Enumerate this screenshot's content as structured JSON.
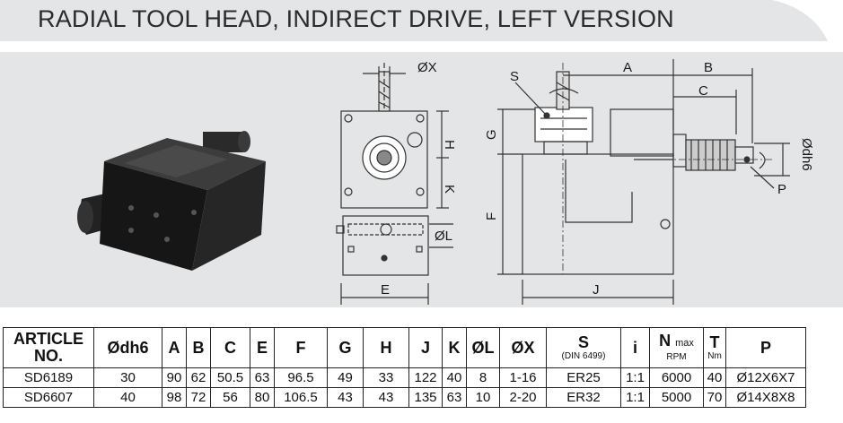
{
  "title": "RADIAL TOOL HEAD,  INDIRECT DRIVE,  LEFT VERSION",
  "colors": {
    "panel": "#e3e5e6",
    "title_bar": "#e3e5e6"
  },
  "drawing_labels": {
    "ox": "ØX",
    "h": "H",
    "k": "K",
    "ol": "ØL",
    "e": "E",
    "s": "S",
    "a": "A",
    "b": "B",
    "c": "C",
    "g": "G",
    "f": "F",
    "j": "J",
    "odh6": "Ødh6",
    "p": "P"
  },
  "table": {
    "headers": {
      "article": "ARTICLE NO.",
      "d": "Ødh6",
      "a": "A",
      "b": "B",
      "c": "C",
      "e": "E",
      "f": "F",
      "g": "G",
      "h": "H",
      "j": "J",
      "k": "K",
      "l": "ØL",
      "x": "ØX",
      "s": "S",
      "s_sub": "(DIN 6499)",
      "i": "i",
      "n": "N",
      "n_max": "max",
      "n_sub": "RPM",
      "t": "T",
      "t_sub": "Nm",
      "p": "P"
    },
    "rows": [
      {
        "article": "SD6189",
        "d": "30",
        "a": "90",
        "b": "62",
        "c": "50.5",
        "e": "63",
        "f": "96.5",
        "g": "49",
        "h": "33",
        "j": "122",
        "k": "40",
        "l": "8",
        "x": "1-16",
        "s": "ER25",
        "i": "1:1",
        "n": "6000",
        "t": "40",
        "p": "Ø12X6X7"
      },
      {
        "article": "SD6607",
        "d": "40",
        "a": "98",
        "b": "72",
        "c": "56",
        "e": "80",
        "f": "106.5",
        "g": "43",
        "h": "43",
        "j": "135",
        "k": "63",
        "l": "10",
        "x": "2-20",
        "s": "ER32",
        "i": "1:1",
        "n": "5000",
        "t": "70",
        "p": "Ø14X8X8"
      }
    ]
  }
}
